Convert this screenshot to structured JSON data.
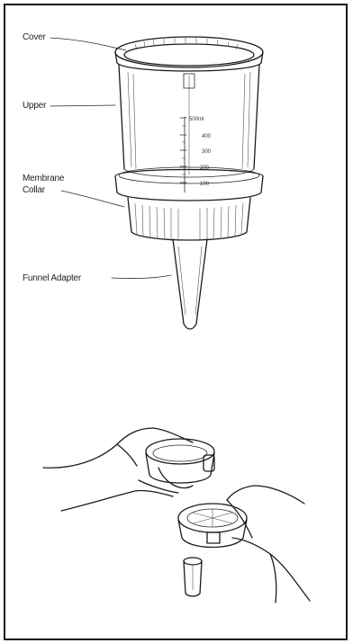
{
  "labels": {
    "cover": "Cover",
    "upper": "Upper",
    "membrane_collar_line1": "Membrane",
    "membrane_collar_line2": "Collar",
    "funnel_adapter": "Funnel Adapter"
  },
  "scale": {
    "top": "500ml",
    "marks": [
      "400",
      "300",
      "200",
      "100"
    ]
  },
  "colors": {
    "ink": "#1b1b1b",
    "paper": "#ffffff",
    "border": "#1a1a1a"
  }
}
